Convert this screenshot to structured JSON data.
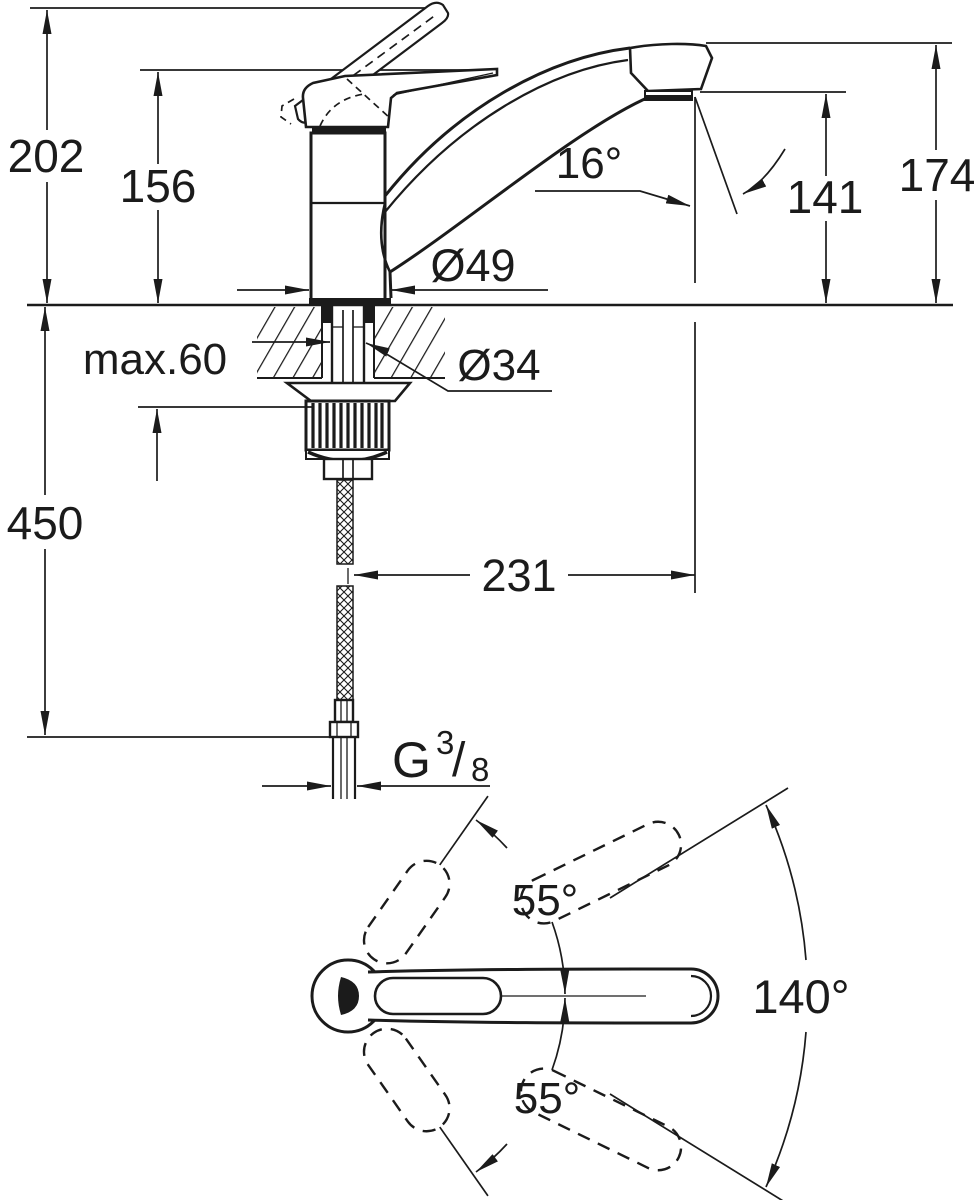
{
  "drawing": {
    "title": "faucet-dimensional-drawing",
    "side_view": {
      "overall_height": "202",
      "body_height": "156",
      "outlet_height": "141",
      "spout_top_height": "174",
      "spout_angle": "16°",
      "base_diameter": "Ø49",
      "hole_diameter": "Ø34",
      "max_counter_thickness": "max.60",
      "hose_drop": "450",
      "spout_reach": "231",
      "thread": {
        "g": "G",
        "numerator": "3",
        "slash": "/",
        "denominator": "8"
      }
    },
    "plan_view": {
      "lever_swing_upper": "55°",
      "lever_swing_lower": "55°",
      "swivel_range": "140°"
    },
    "colors": {
      "line": "#1b1b1b",
      "background": "#ffffff"
    }
  }
}
